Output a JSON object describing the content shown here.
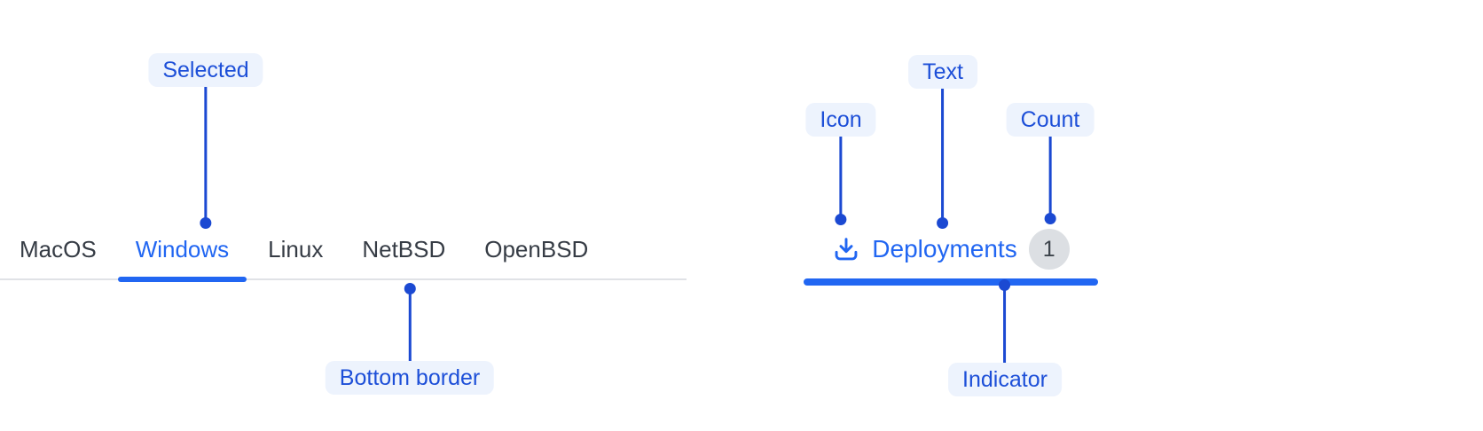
{
  "colors": {
    "background": "#ffffff",
    "primary_blue": "#2166f2",
    "annotation_blue": "#1b49d2",
    "annotation_pill_bg": "#edf3fd",
    "annotation_pill_text": "#1d4fd8",
    "tab_text": "#363c45",
    "tab_border_gray": "#e0e2e6",
    "count_badge_bg": "#dcdfe3",
    "count_badge_text": "#3c434b"
  },
  "os_tab_bar": {
    "items": [
      {
        "label": "MacOS",
        "selected": false
      },
      {
        "label": "Windows",
        "selected": true
      },
      {
        "label": "Linux",
        "selected": false
      },
      {
        "label": "NetBSD",
        "selected": false
      },
      {
        "label": "OpenBSD",
        "selected": false
      }
    ]
  },
  "anatomy_tab": {
    "icon": "download-icon",
    "label": "Deployments",
    "count": "1"
  },
  "annotations": {
    "selected": {
      "label": "Selected"
    },
    "bottom_border": {
      "label": "Bottom border"
    },
    "icon": {
      "label": "Icon"
    },
    "text": {
      "label": "Text"
    },
    "count": {
      "label": "Count"
    },
    "indicator": {
      "label": "Indicator"
    }
  }
}
